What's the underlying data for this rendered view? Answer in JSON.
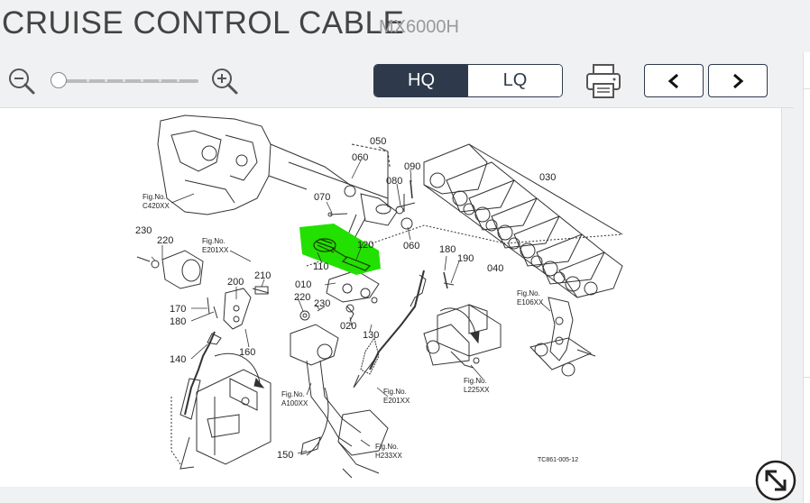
{
  "header": {
    "title": "CRUISE CONTROL CABLE",
    "model": "MX6000H"
  },
  "toolbar": {
    "zoom_out_icon": "zoom-out-icon",
    "zoom_in_icon": "zoom-in-icon",
    "zoom_level": 0,
    "hq_label": "HQ",
    "lq_label": "LQ",
    "selected_quality": "HQ",
    "print_icon": "printer-icon",
    "prev_icon": "chevron-left-icon",
    "next_icon": "chevron-right-icon"
  },
  "diagram": {
    "part_labels": [
      "050",
      "060",
      "090",
      "080",
      "070",
      "030",
      "120",
      "060",
      "110",
      "180",
      "190",
      "040",
      "010",
      "220",
      "230",
      "020",
      "130",
      "230",
      "220",
      "200",
      "210",
      "170",
      "180",
      "160",
      "140",
      "150"
    ],
    "fig_refs": [
      {
        "prefix": "Fig.No.",
        "code": "C420XX"
      },
      {
        "prefix": "Fig.No.",
        "code": "E201XX"
      },
      {
        "prefix": "Fig.No.",
        "code": "E106XX"
      },
      {
        "prefix": "Fig.No.",
        "code": "L225XX"
      },
      {
        "prefix": "Fig.No.",
        "code": "E201XX"
      },
      {
        "prefix": "Fig.No.",
        "code": "A100XX"
      },
      {
        "prefix": "Fig.No.",
        "code": "H233XX"
      }
    ],
    "drawing_code": "TC861-005-12",
    "highlight_color": "#22e000"
  },
  "footer": {
    "expand_icon": "expand-arrows-icon"
  },
  "colors": {
    "accent": "#2e3a4c",
    "background": "#f0f1f3"
  }
}
